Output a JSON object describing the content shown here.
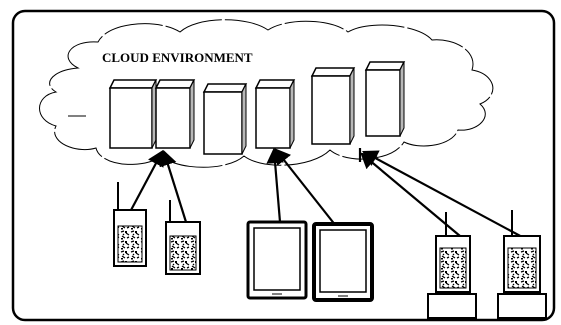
{
  "diagram": {
    "title": "CLOUD ENVIRONMENT",
    "colors": {
      "line": "#000000",
      "server_fill": "#ffffff",
      "server_side": "#b8b8b8",
      "background": "#ffffff"
    },
    "components": {
      "cloud": "cloud-outline",
      "servers": [
        "server",
        "server",
        "server",
        "server",
        "server",
        "server"
      ],
      "devices": [
        {
          "kind": "mobile-phone"
        },
        {
          "kind": "mobile-phone"
        },
        {
          "kind": "tablet"
        },
        {
          "kind": "tablet"
        },
        {
          "kind": "desktop-tower"
        },
        {
          "kind": "desktop-tower"
        }
      ]
    }
  }
}
